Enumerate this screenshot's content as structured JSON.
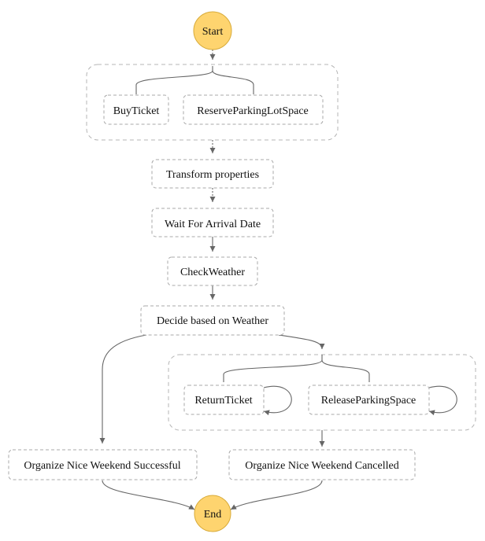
{
  "colors": {
    "terminal_fill": "#fed46f",
    "box_border": "#aaaaaa",
    "edge": "#666666"
  },
  "states": {
    "start": "Start",
    "buy_ticket": "BuyTicket",
    "reserve_parking": "ReserveParkingLotSpace",
    "transform": "Transform properties",
    "wait": "Wait For Arrival Date",
    "check_weather": "CheckWeather",
    "decide": "Decide based on Weather",
    "return_ticket": "ReturnTicket",
    "release_parking": "ReleaseParkingSpace",
    "successful": "Organize Nice Weekend Successful",
    "cancelled": "Organize Nice Weekend Cancelled",
    "end": "End"
  }
}
